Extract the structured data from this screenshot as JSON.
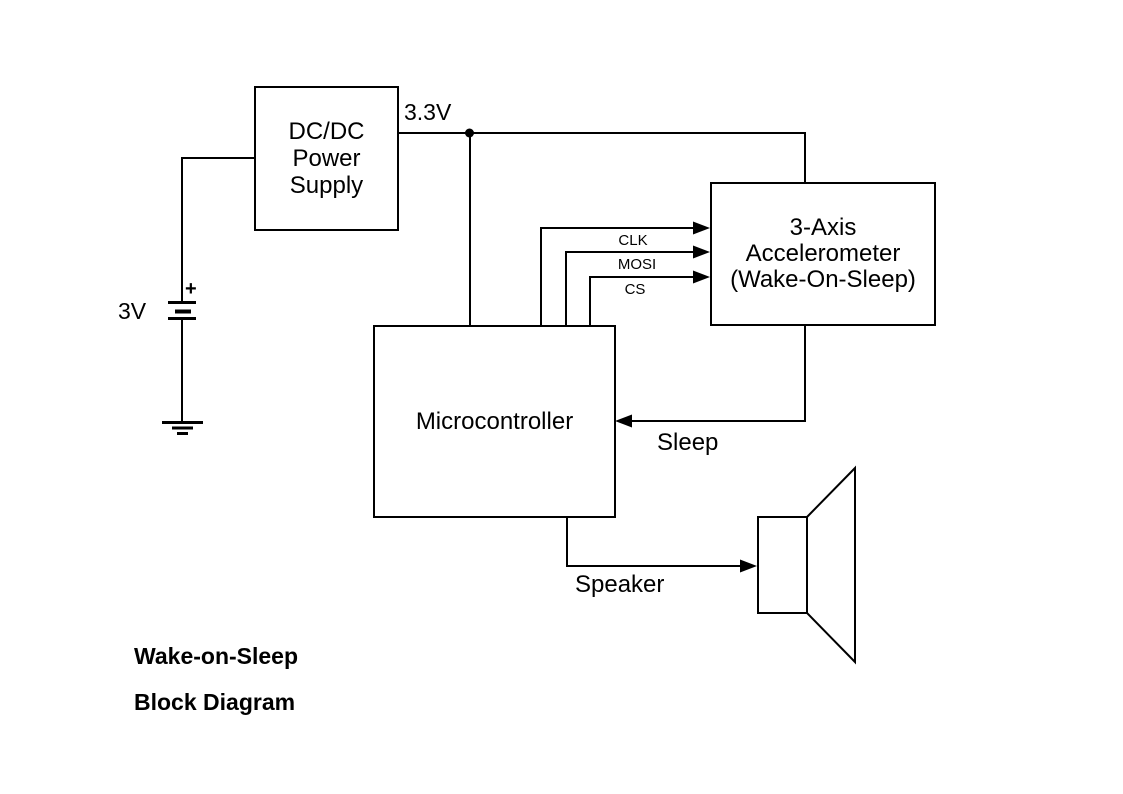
{
  "colors": {
    "ink": "#000000",
    "bg": "#ffffff"
  },
  "blocks": {
    "power_supply": {
      "label": "DC/DC\nPower\nSupply"
    },
    "microcontroller": {
      "label": "Microcontroller"
    },
    "accelerometer": {
      "label": "3-Axis\nAccelerometer\n(Wake-On-Sleep)"
    }
  },
  "labels": {
    "rail_voltage": "3.3V",
    "battery_voltage": "3V",
    "battery_polarity": "+",
    "spi_clk": "CLK",
    "spi_mosi": "MOSI",
    "spi_cs": "CS",
    "sleep_signal": "Sleep",
    "speaker_net": "Speaker"
  },
  "title": {
    "line1": "Wake-on-Sleep",
    "line2": "Block Diagram"
  }
}
